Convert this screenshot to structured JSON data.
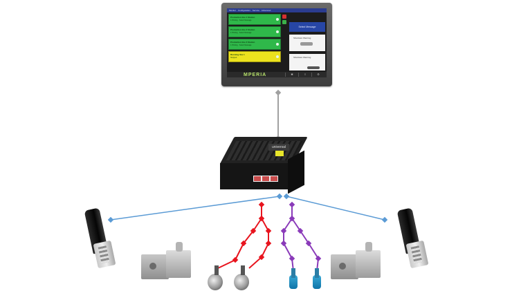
{
  "colors": {
    "network_link": "#5b9bd5",
    "connector_link": "#a0a0a0",
    "red_cable": "#e8141e",
    "purple_cable": "#8a3ab9",
    "screen_green": "#2fb84a",
    "screen_yellow": "#ece21e",
    "screen_blue": "#2746a5"
  },
  "monitor": {
    "logo_text": "MPERIA",
    "tabs": [
      "Monitor",
      "Configuration",
      "Service",
      "Advanced"
    ],
    "workstations": [
      {
        "title": "Production line 1 Station",
        "subtitle": "1 Printing · Select Message",
        "state": "green"
      },
      {
        "title": "Production line 2 Station",
        "subtitle": "1 Printing · Select Message",
        "state": "green"
      },
      {
        "title": "Production line 3 Station",
        "subtitle": "1 Printing · Select Message",
        "state": "green"
      },
      {
        "title": "Running line 1",
        "subtitle": "Stopped",
        "state": "yellow"
      }
    ],
    "panel_title": "Select Message",
    "panel_a_label": "Shutdown Warning",
    "panel_b_label": "Shutdown Warning"
  },
  "controller": {
    "label": "universal"
  },
  "icons": {
    "monitor": "touchscreen-monitor-icon",
    "controller": "controller-box-icon",
    "head": "print-head-icon",
    "bracket": "bracket-unit-icon",
    "fitting": "cable-fitting-icon"
  }
}
